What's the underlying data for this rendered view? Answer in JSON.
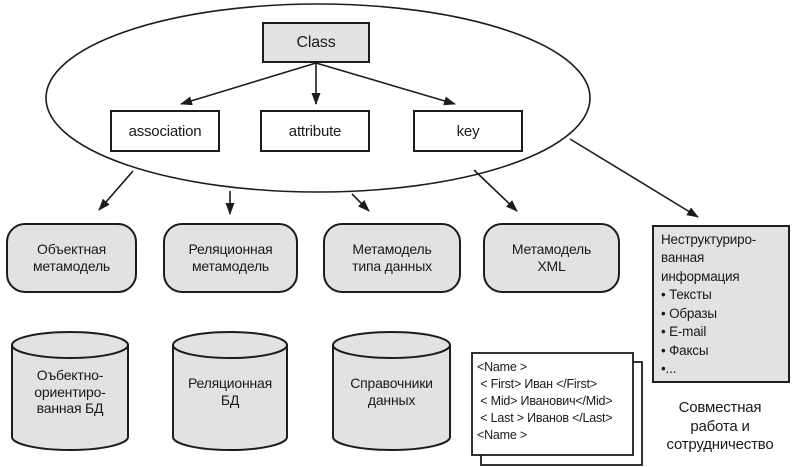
{
  "class_diagram": {
    "root_label": "Class",
    "members": [
      {
        "label": "association"
      },
      {
        "label": "attribute"
      },
      {
        "label": "key"
      }
    ]
  },
  "metamodels": [
    {
      "label": "Объектная\nметамодель"
    },
    {
      "label": "Реляционная\nметамодель"
    },
    {
      "label": "Метамодель\nтипа данных"
    },
    {
      "label": "Метамодель\nXML"
    }
  ],
  "unstructured_info": {
    "title": "Неструктуриро-\nванная\nинформация",
    "items": [
      "• Тексты",
      "• Образы",
      "• E-mail",
      "• Факсы",
      "•..."
    ],
    "caption": "Совместная\nработа и\nсотрудничество"
  },
  "databases": [
    {
      "label": "Оъбектно-\nориентиро-\nванная БД"
    },
    {
      "label": "Реляционная\nБД"
    },
    {
      "label": "Справочники\nданных"
    }
  ],
  "xml_document": {
    "lines": [
      "<Name >",
      " < First> Иван </First>",
      " < Mid> Иванович</Mid>",
      " < Last > Иванов </Last>",
      "<Name >"
    ]
  },
  "colors": {
    "shape_fill": "#e2e2e2",
    "stroke": "#1c1c1c",
    "background": "#ffffff"
  }
}
